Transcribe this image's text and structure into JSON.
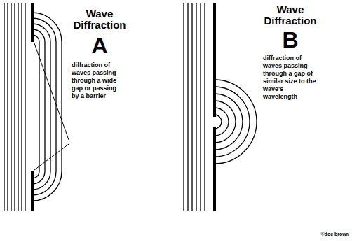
{
  "diagram": {
    "labels": [
      "Wave Diffraction",
      "A",
      "diffraction of waves passing through a wide gap or passing by a barrier",
      "Wave Diffraction",
      "B",
      "diffraction of waves passing through a gap of similar size to the wave's wavelength",
      "©doc brown"
    ]
  }
}
